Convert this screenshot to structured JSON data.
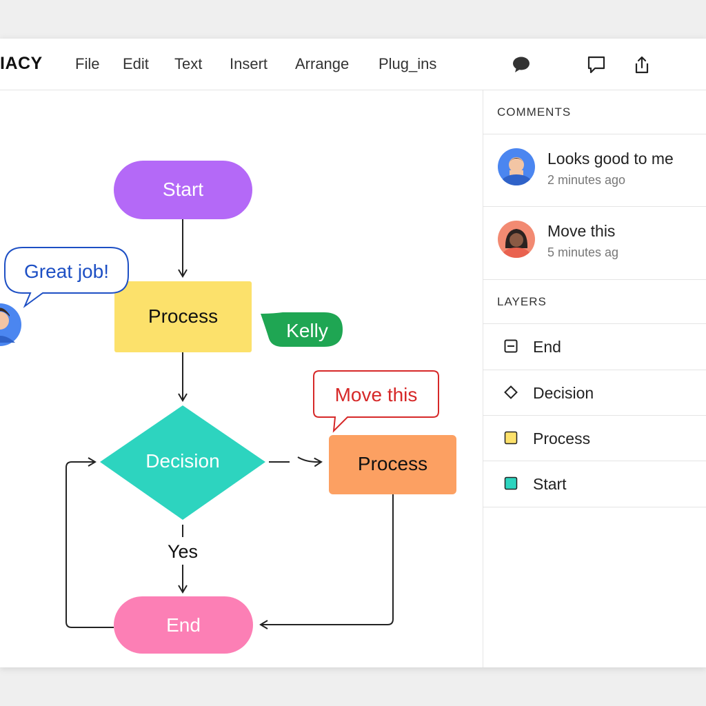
{
  "app": {
    "name": "IACY"
  },
  "menu": {
    "items": [
      {
        "label": "File"
      },
      {
        "label": "Edit"
      },
      {
        "label": "Text"
      },
      {
        "label": "Insert"
      },
      {
        "label": "Arrange"
      },
      {
        "label": "Plug_ins"
      }
    ]
  },
  "toolbar": {
    "icons": [
      "chat-filled-icon",
      "comment-outline-icon",
      "share-icon"
    ]
  },
  "canvas": {
    "shapes": {
      "start": {
        "label": "Start",
        "color": "#b469f7"
      },
      "process1": {
        "label": "Process",
        "color": "#fce16b"
      },
      "decision": {
        "label": "Decision",
        "color": "#2dd4bf"
      },
      "process2": {
        "label": "Process",
        "color": "#fca062"
      },
      "end": {
        "label": "End",
        "color": "#fc7fb5"
      }
    },
    "edge_label_yes": "Yes",
    "bubbles": {
      "great_job": "Great job!",
      "kelly": "Kelly",
      "move_this": "Move this"
    },
    "colors": {
      "great_job_border": "#1d4fc4",
      "kelly_bg": "#1fa653",
      "move_this_border": "#d62828"
    }
  },
  "comments": {
    "heading": "COMMENTS",
    "items": [
      {
        "text": "Looks good to me",
        "time": "2 minutes ago",
        "avatar": "avatar-blue"
      },
      {
        "text": "Move this",
        "time": "5 minutes ag",
        "avatar": "avatar-coral"
      }
    ]
  },
  "layers": {
    "heading": "LAYERS",
    "items": [
      {
        "label": "End",
        "icon": "minus-square-icon"
      },
      {
        "label": "Decision",
        "icon": "diamond-icon"
      },
      {
        "label": "Process",
        "icon": "yellow-square-icon",
        "color": "#fce16b"
      },
      {
        "label": "Start",
        "icon": "teal-square-icon",
        "color": "#2dd4bf"
      }
    ]
  }
}
